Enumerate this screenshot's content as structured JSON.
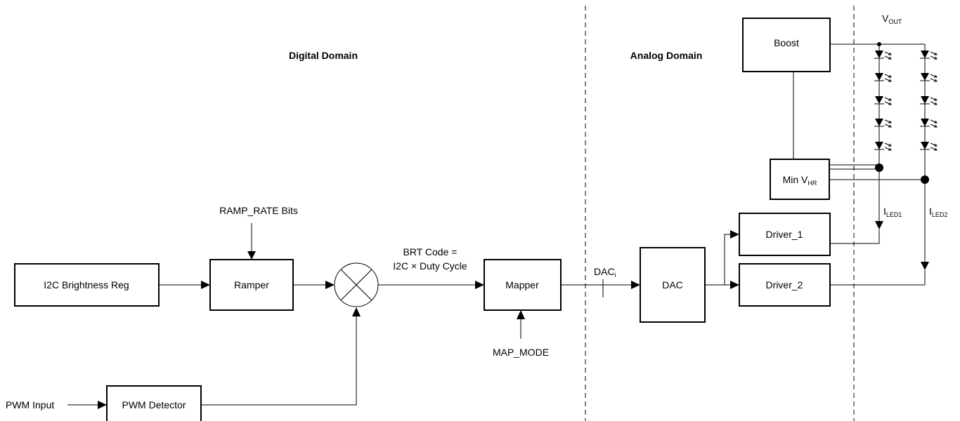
{
  "domains": {
    "digital": "Digital Domain",
    "analog": "Analog Domain"
  },
  "blocks": {
    "i2c_reg": "I2C Brightness Reg",
    "ramper": "Ramper",
    "mapper": "Mapper",
    "dac": "DAC",
    "driver1": "Driver_1",
    "driver2": "Driver_2",
    "pwm_detector": "PWM Detector",
    "boost": "Boost",
    "minvhr_main": "Min V",
    "minvhr_sub": "HR"
  },
  "labels": {
    "ramp_rate": "RAMP_RATE Bits",
    "brt_line1": "BRT Code =",
    "brt_line2": "I2C × Duty Cycle",
    "map_mode": "MAP_MODE",
    "dac_main": "DAC",
    "dac_sub": "i",
    "pwm_input": "PWM Input",
    "vout_main": "V",
    "vout_sub": "OUT",
    "iled1_main": "I",
    "iled1_sub": "LED1",
    "iled2_main": "I",
    "iled2_sub": "LED2"
  },
  "icons": {
    "multiplier": "multiplier-icon",
    "led": "led-icon"
  }
}
